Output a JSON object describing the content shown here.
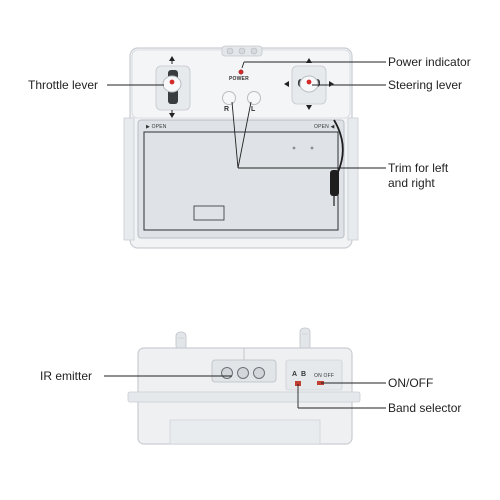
{
  "colors": {
    "body": "#eef0f2",
    "body_edge": "#c9cdd2",
    "lid": "#dfe3e7",
    "line": "#222222",
    "trim": "#cfd3d8",
    "led_red": "#d42a2a"
  },
  "callouts": {
    "power_indicator": "Power indicator",
    "throttle_lever": "Throttle lever",
    "steering_lever": "Steering lever",
    "trim_line1": "Trim for left",
    "trim_line2": "and right",
    "ir_emitter": "IR emitter",
    "on_off": "ON/OFF",
    "band_selector": "Band selector"
  },
  "device_labels": {
    "power": "POWER",
    "trim_r": "R",
    "trim_l": "L",
    "open_left": "▶ OPEN",
    "open_right": "OPEN ◀",
    "band_a": "A",
    "band_b": "B",
    "on_off_switch": "ON  OFF"
  }
}
